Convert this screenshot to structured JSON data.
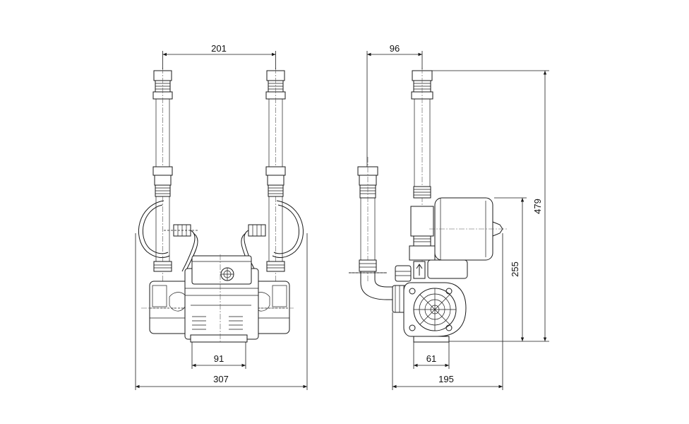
{
  "dimensions": {
    "front_top_pipe_spacing": "201",
    "front_base_width": "91",
    "front_overall_width": "307",
    "side_inlet_offset": "96",
    "side_overall_height": "479",
    "side_motor_height": "255",
    "side_base_width": "61",
    "side_overall_depth": "195"
  }
}
